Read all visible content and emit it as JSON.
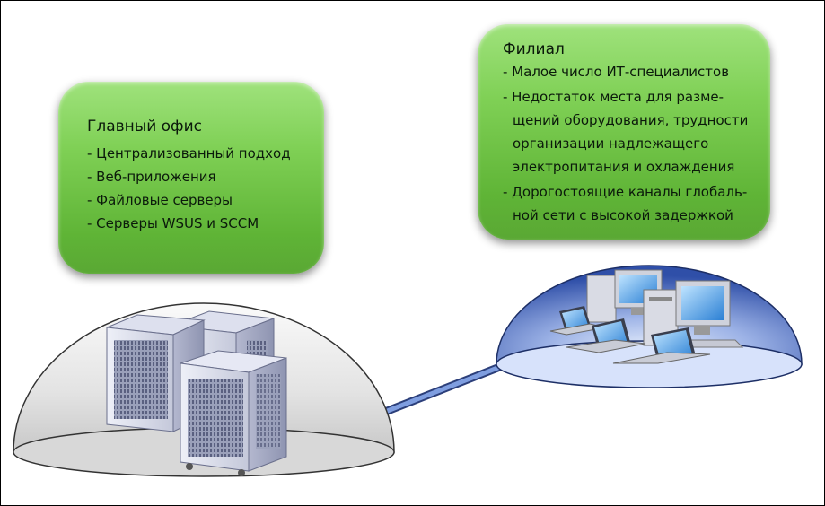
{
  "main_office": {
    "title": "Главный офис",
    "items": [
      "- Централизованный подход",
      "- Веб-приложения",
      "- Файловые серверы",
      "- Серверы WSUS и SCCM"
    ]
  },
  "branch": {
    "title": "Филиал",
    "items": [
      "- Малое число ИТ-специалистов",
      "- Недостаток места для разме-щений оборудования, трудности организации надлежащего электропитания и охлаждения",
      "- Дорогостоящие каналы глобаль-ной сети с высокой задержкой"
    ]
  },
  "icons": {
    "main_office_dome": "server-rack-icon",
    "branch_dome": "computer-network-icon",
    "connection": "wan-link-icon"
  },
  "colors": {
    "box_green": "#7fd055",
    "grey_dome": "#e6e6e6",
    "blue_dome": "#3d5fb4",
    "link": "#4a6cc4"
  }
}
